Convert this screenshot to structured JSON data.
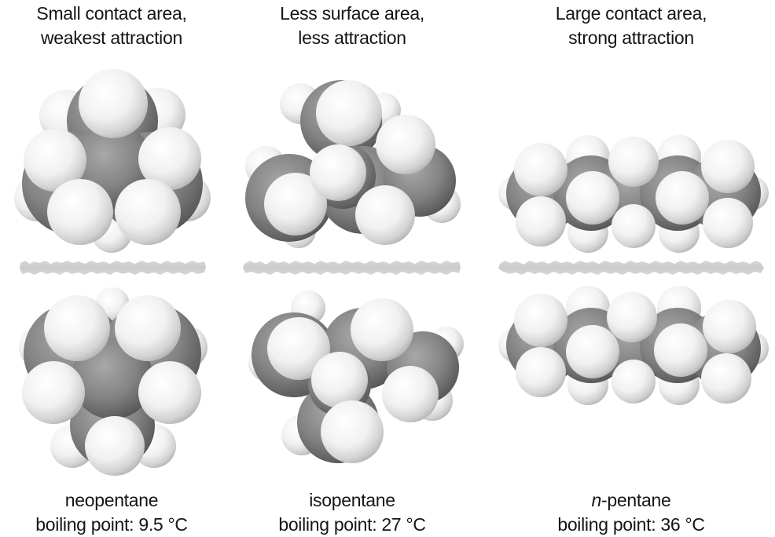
{
  "colors": {
    "background": "#ffffff",
    "text": "#151515",
    "carbon": "#7a7a7a",
    "carbon_dark": "#4d4d4d",
    "carbon_light": "#a9a9a9",
    "hydrogen": "#f4f4f4",
    "hydrogen_shade": "#bdbdbd",
    "contact_surface": "#cfcfcf"
  },
  "columns": [
    {
      "heading": [
        "Small contact area,",
        "weakest attraction"
      ],
      "name": "neopentane",
      "name_prefix_italic": "",
      "boiling_point_label": "boiling point: 9.5 °C",
      "contact_area": "small",
      "attraction": "weakest"
    },
    {
      "heading": [
        "Less surface area,",
        "less attraction"
      ],
      "name": "isopentane",
      "name_prefix_italic": "",
      "boiling_point_label": "boiling point: 27 °C",
      "contact_area": "less",
      "attraction": "less"
    },
    {
      "heading": [
        "Large contact area,",
        "strong attraction"
      ],
      "name": "-pentane",
      "name_prefix_italic": "n",
      "boiling_point_label": "boiling point: 36 °C",
      "contact_area": "large",
      "attraction": "strong"
    }
  ],
  "legend": {
    "atoms": {
      "C": "carbon (gray spheres)",
      "H": "hydrogen (white spheres)"
    },
    "divider": "gray band representing intermolecular contact surface between two molecules"
  }
}
